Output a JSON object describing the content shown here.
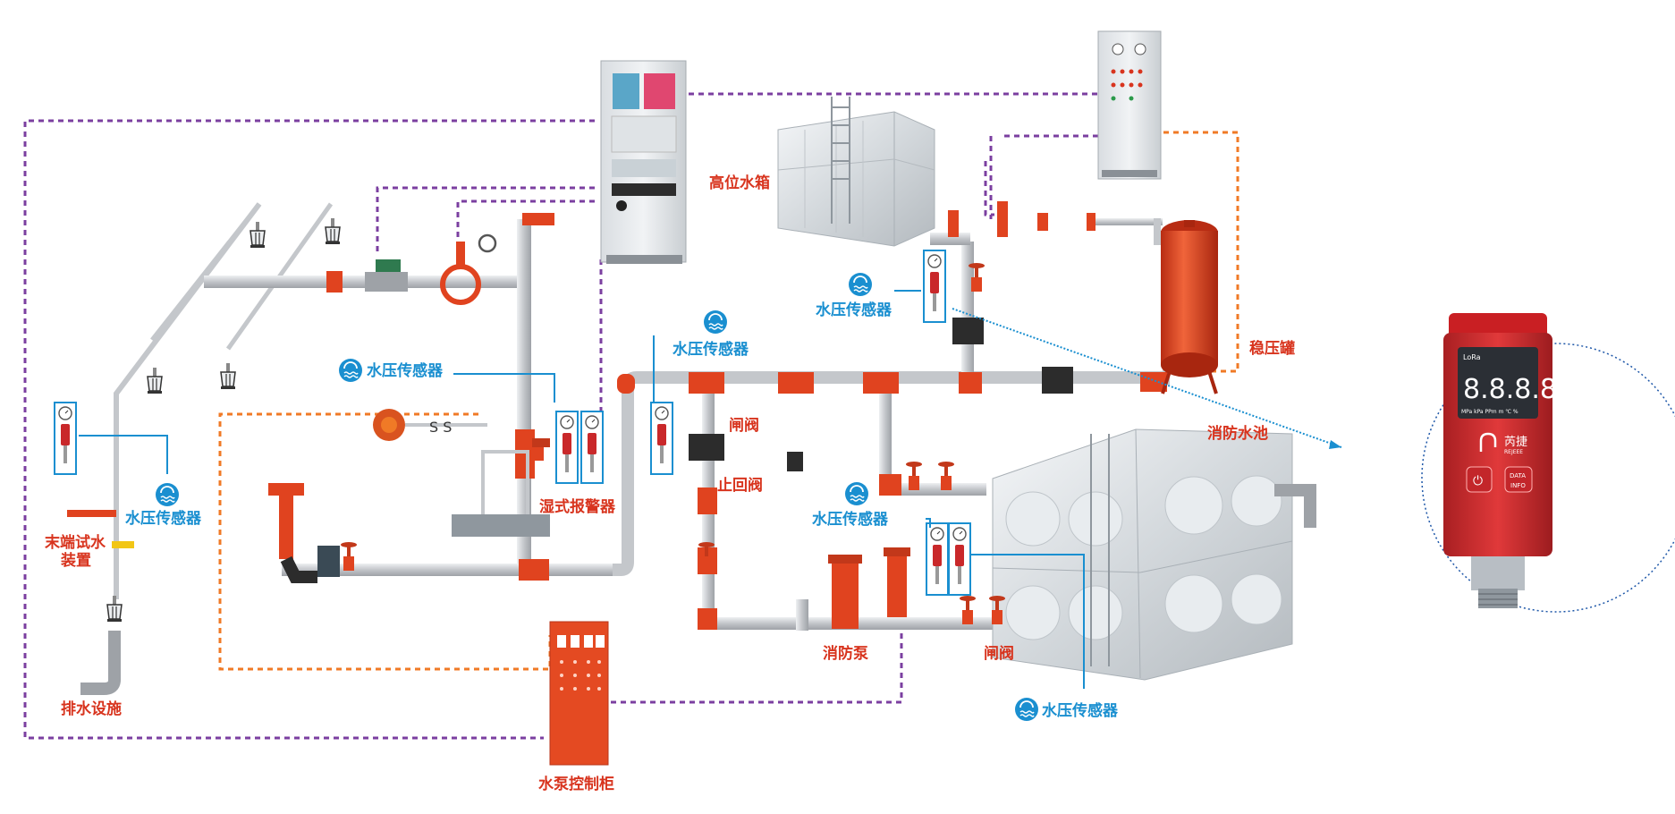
{
  "labels": {
    "high_tank": "高位水箱",
    "pressure_tank": "稳压罐",
    "fire_pool": "消防水池",
    "wet_alarm": "湿式报警器",
    "gate_valve_upper": "闸阀",
    "check_valve": "止回阀",
    "gate_valve_lower": "闸阀",
    "fire_pump": "消防泵",
    "pump_cabinet": "水泵控制柜",
    "drain": "排水设施",
    "end_test_1": "末端试水",
    "end_test_2": "装置"
  },
  "sensors": [
    {
      "label": "水压传感器"
    },
    {
      "label": "水压传感器"
    },
    {
      "label": "水压传感器"
    },
    {
      "label": "水压传感器"
    },
    {
      "label": "水压传感器"
    },
    {
      "label": "水压传感器"
    }
  ],
  "device": {
    "lora": "LoRa",
    "display": "8.8.8.8",
    "units": "MPa kPa PPm m ℃ %",
    "brand_cn": "芮捷",
    "brand_en": "REJEEE",
    "btn_power": "⏻",
    "btn_data_1": "DATA",
    "btn_data_2": "INFO"
  },
  "colors": {
    "pipe": "#c4c7cb",
    "fitting": "#e0431f",
    "purple_line": "#7b3fa0",
    "orange_line": "#f07a26",
    "sensor_blue": "#1a8fd0",
    "label_red": "#d8341e"
  }
}
